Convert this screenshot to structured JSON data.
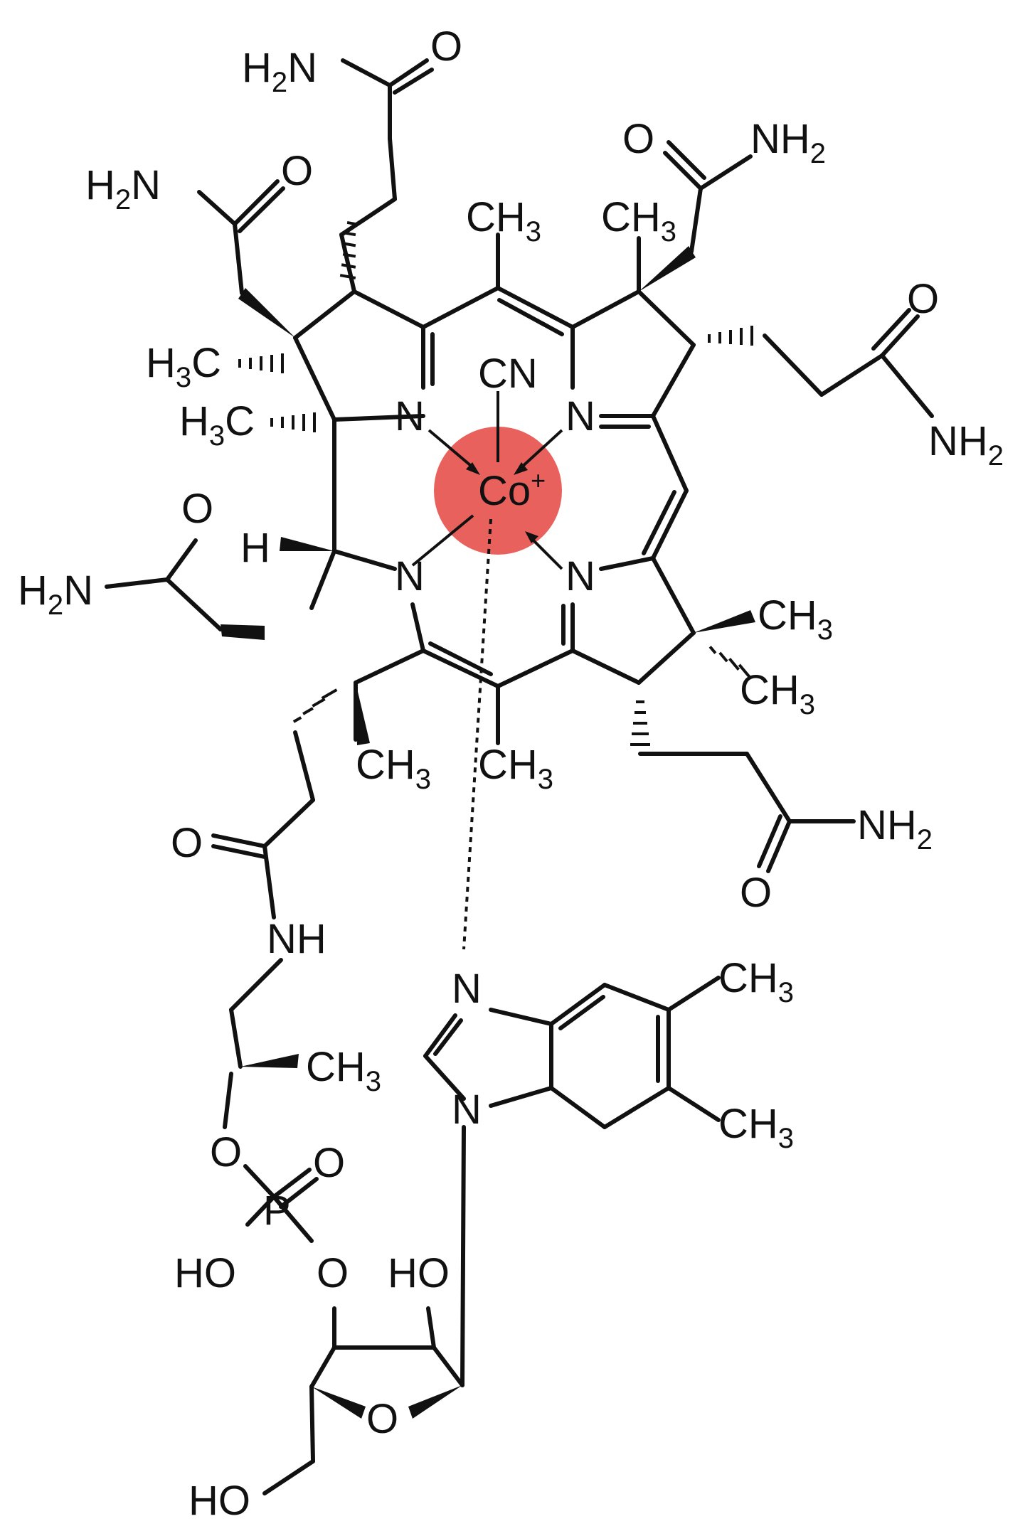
{
  "diagram": {
    "highlight_color": "#e8615c",
    "text_color": "#111111",
    "center": {
      "element": "Co",
      "charge": "+"
    },
    "ligand": "CN",
    "labels": {
      "carbonyl_o": "O",
      "amide_prefix": "H",
      "amide_sub": "2",
      "amide_suffix": "N",
      "nh_prefix": "N",
      "nh_suffix": "H",
      "methyl_main": "CH",
      "methyl_sub": "3",
      "methyl_left_main": "H",
      "methyl_left_sub": "3",
      "methyl_left_suffix": "C",
      "n": "N",
      "h": "H",
      "nh": "NH",
      "p": "P",
      "o": "O",
      "ho": "HO"
    }
  }
}
